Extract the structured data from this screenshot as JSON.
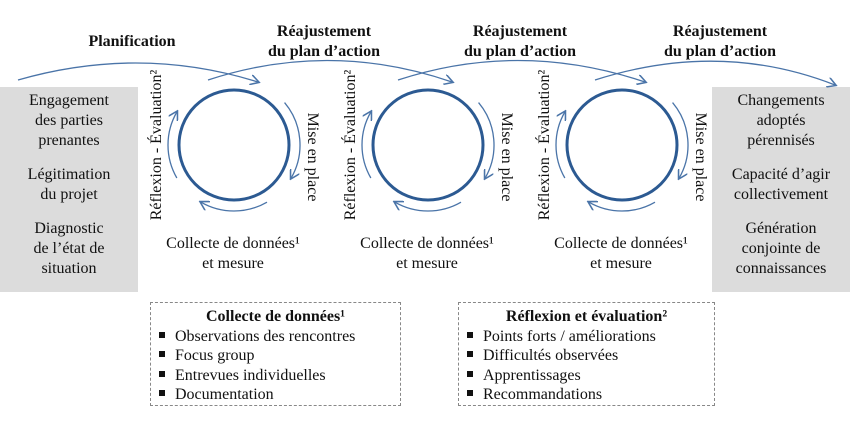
{
  "headings": {
    "planification": "Planification",
    "reajust_1": "Réajustement",
    "reajust_2": "du plan d’action"
  },
  "left_box": [
    "Engagement",
    "des parties",
    "prenantes",
    "Légitimation",
    "du projet",
    "Diagnostic",
    "de l’état de",
    "situation"
  ],
  "right_box": [
    "Changements",
    "adoptés",
    "pérennisés",
    "Capacité d’agir",
    "collectivement",
    "Génération",
    "conjointe de",
    "connaissances"
  ],
  "cycle": {
    "reflexion": "Réflexion - Évaluation²",
    "mise": "Mise en place",
    "collecte_1": "Collecte de données¹",
    "collecte_2": "et mesure"
  },
  "box_collecte": {
    "title": "Collecte de données¹",
    "items": [
      "Observations des rencontres",
      "Focus group",
      "Entrevues individuelles",
      "Documentation"
    ]
  },
  "box_reflexion": {
    "title": "Réflexion et évaluation²",
    "items": [
      "Points forts / améliorations",
      "Difficultés observées",
      "Apprentissages",
      "Recommandations"
    ]
  },
  "colors": {
    "circle": "#2c5a92",
    "arrow": "#4a74a8",
    "side_bg": "#dcdcdc"
  }
}
